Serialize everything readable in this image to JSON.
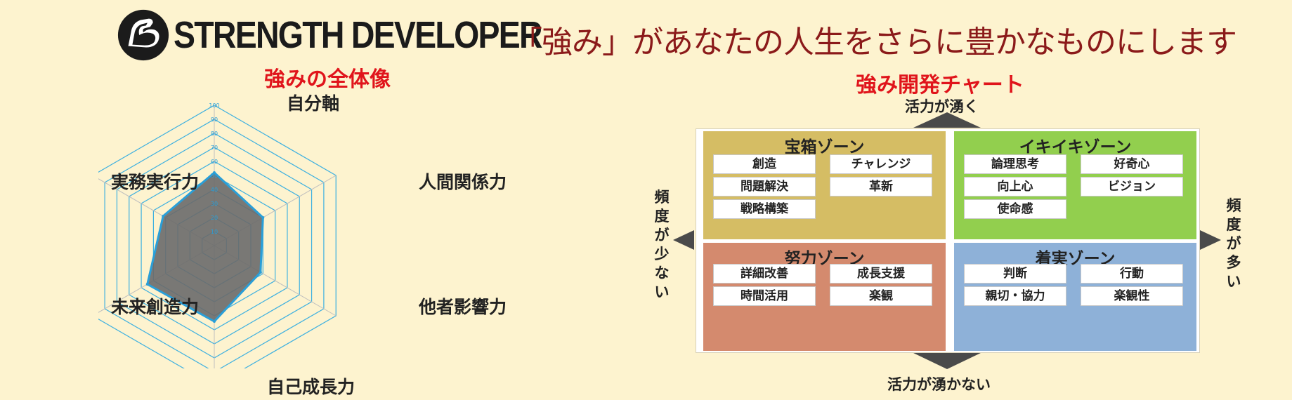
{
  "header": {
    "brand": "STRENGTH DEVELOPER",
    "logo_icon": "flexed-arm-icon",
    "tagline": "「強み」があなたの人生をさらに豊かなものにします"
  },
  "radar": {
    "title": "強みの全体像",
    "axes": [
      "自分軸",
      "人間関係力",
      "他者影響力",
      "自己成長力",
      "未来創造力",
      "実務実行力"
    ]
  },
  "matrix": {
    "title": "強み開発チャート",
    "top_label": "活力が湧く",
    "bottom_label": "活力が湧かない",
    "left_label": "頻度が少ない",
    "right_label": "頻度が多い",
    "zones": {
      "treasure": {
        "title": "宝箱ゾーン",
        "items": [
          "創造",
          "チャレンジ",
          "問題解決",
          "革新",
          "戦略構築"
        ]
      },
      "lively": {
        "title": "イキイキゾーン",
        "items": [
          "論理思考",
          "好奇心",
          "向上心",
          "ビジョン",
          "使命感"
        ]
      },
      "effort": {
        "title": "努力ゾーン",
        "items": [
          "詳細改善",
          "成長支援",
          "時間活用",
          "楽観"
        ]
      },
      "steady": {
        "title": "着実ゾーン",
        "items": [
          "判断",
          "行動",
          "親切・協力",
          "楽観性"
        ]
      }
    }
  },
  "chart_data": {
    "type": "radar",
    "title": "強みの全体像",
    "categories": [
      "自分軸",
      "人間関係力",
      "他者影響力",
      "自己成長力",
      "未来創造力",
      "実務実行力"
    ],
    "series": [
      {
        "values": [
          52,
          40,
          38,
          54,
          55,
          42
        ]
      }
    ],
    "rlim": [
      0,
      100
    ],
    "ticks": [
      10,
      20,
      30,
      40,
      50,
      60,
      70,
      80,
      90,
      100
    ],
    "tick_labels": [
      "10",
      "20",
      "30",
      "40",
      "50",
      "60",
      "70",
      "80",
      "90",
      "100"
    ],
    "colors": {
      "fill": "#6a6a6a",
      "line": "#2a9fd8",
      "grid": "#3db0e0"
    }
  }
}
